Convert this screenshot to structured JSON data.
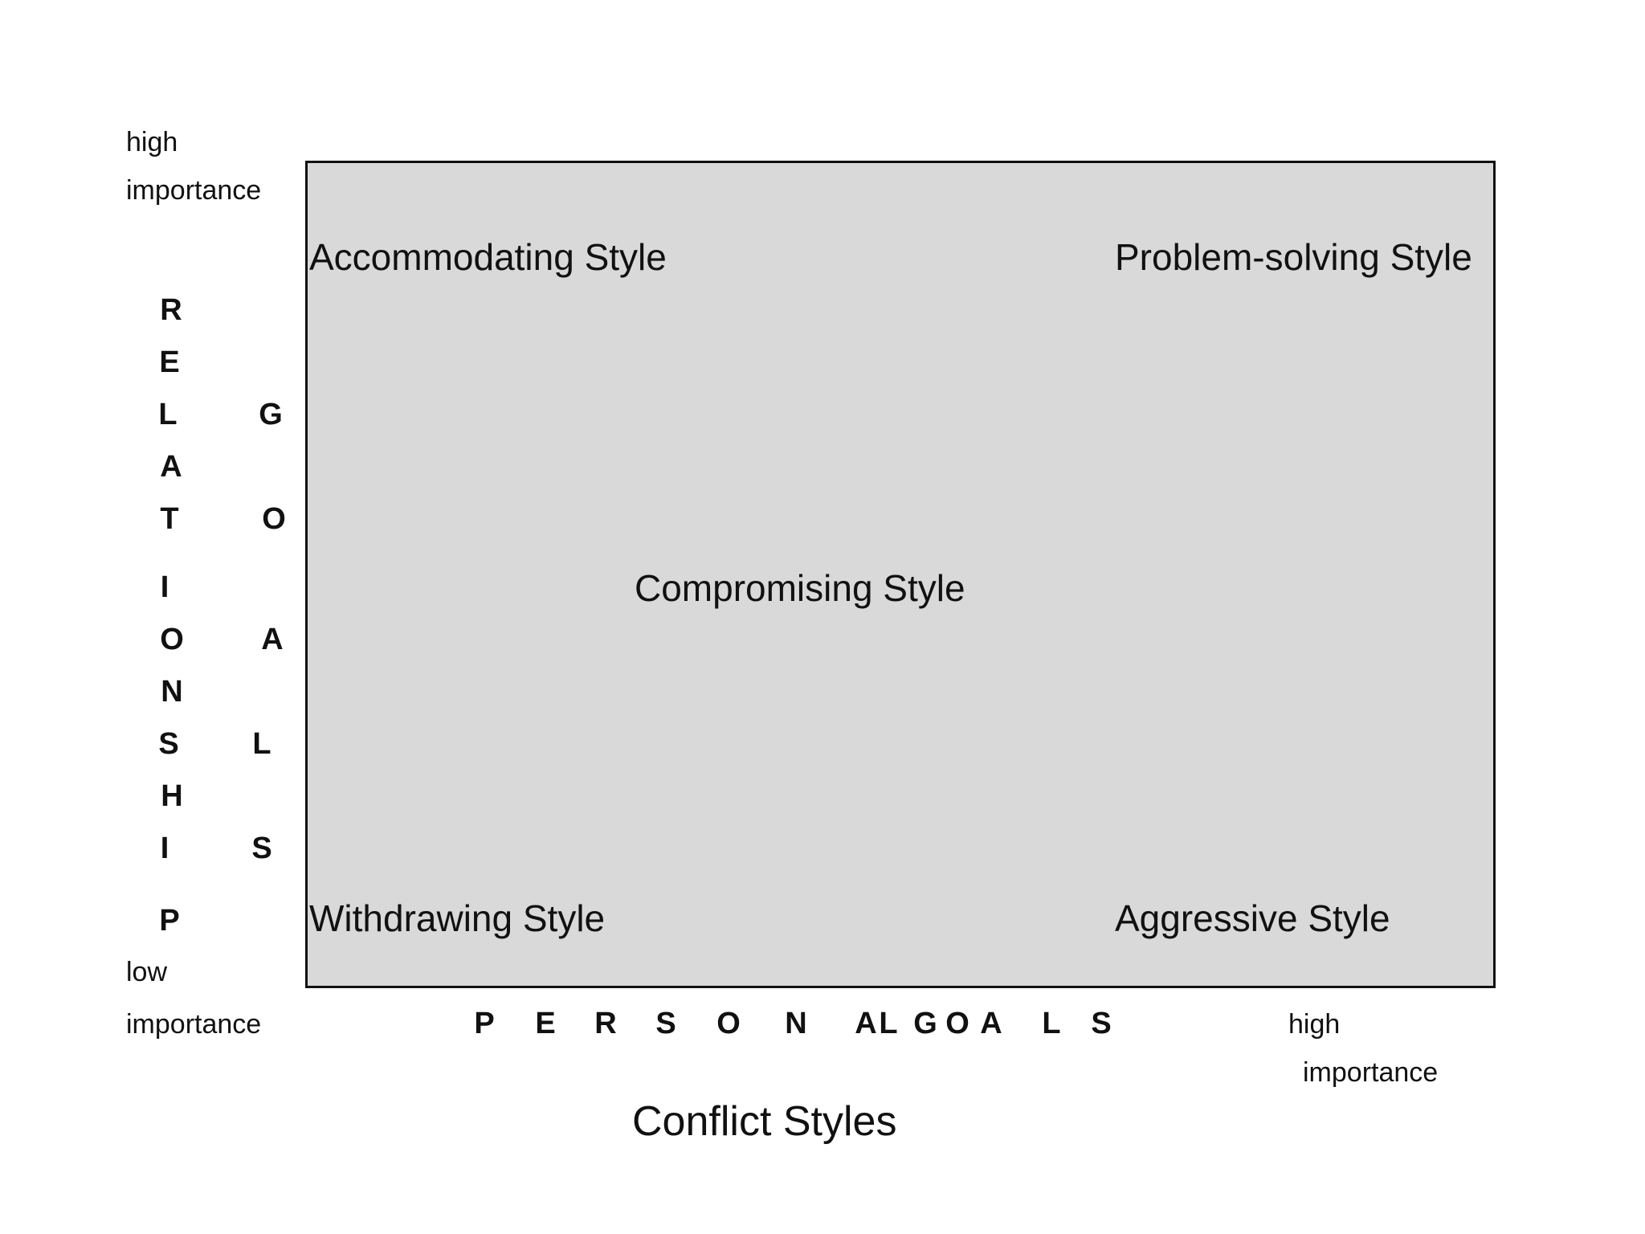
{
  "axis_labels": {
    "y_high_line1": "high",
    "y_high_line2": "importance",
    "y_low_line1": "low",
    "y_low_line2": "importance",
    "x_high_line1": "high",
    "x_high_line2": "importance"
  },
  "y_axis_letters_relationship": [
    "R",
    "E",
    "L",
    "A",
    "T",
    "I",
    "O",
    "N",
    "S",
    "H",
    "I",
    "P"
  ],
  "y_axis_letters_goals": [
    "G",
    "O",
    "A",
    "L",
    "S"
  ],
  "x_axis_letters": [
    "P",
    "E",
    "R",
    "S",
    "O",
    "N",
    "A",
    "L",
    "G",
    "O",
    "A",
    "L",
    "S"
  ],
  "styles": {
    "accommodating": "Accommodating Style",
    "problem_solving": "Problem-solving Style",
    "compromising": "Compromising Style",
    "withdrawing": "Withdrawing Style",
    "aggressive": "Aggressive Style"
  },
  "title": "Conflict Styles"
}
